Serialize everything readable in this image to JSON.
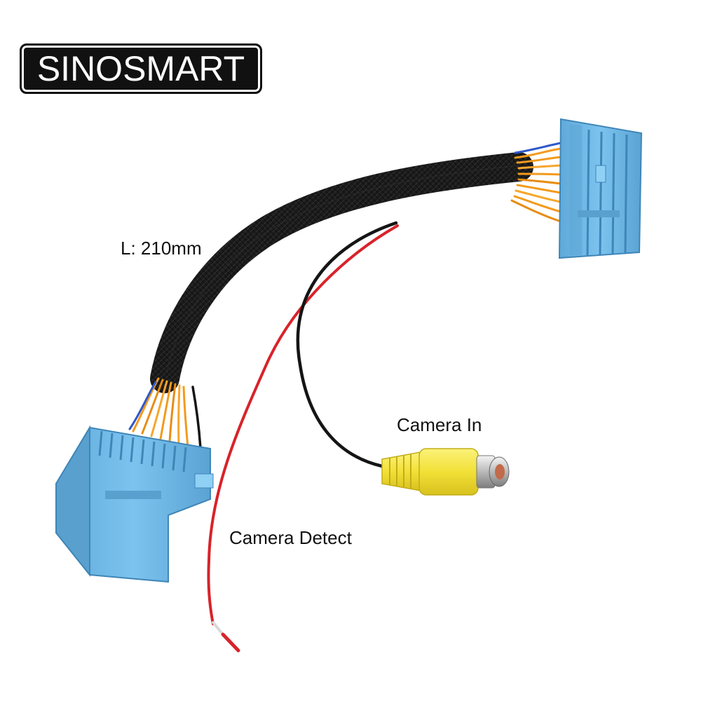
{
  "brand": {
    "logo_text": "SINOSMART"
  },
  "labels": {
    "length": "L: 210mm",
    "camera_in": "Camera In",
    "camera_detect": "Camera Detect"
  },
  "colors": {
    "background": "#ffffff",
    "connector_blue": "#6fb8e6",
    "wire_orange": "#f39a1e",
    "wire_red": "#d8232a",
    "wire_black": "#151515",
    "rca_yellow": "#f4e33a",
    "sleeve_black": "#1b1b1b"
  }
}
